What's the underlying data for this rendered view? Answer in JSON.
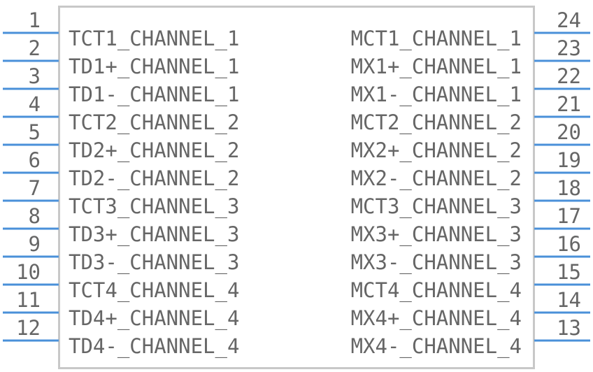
{
  "component": {
    "colors": {
      "pin": "#4a90d9",
      "body_outline": "#c8c8c8",
      "text": "#666666"
    },
    "left_pins": [
      {
        "number": "1",
        "label": "TCT1_CHANNEL_1"
      },
      {
        "number": "2",
        "label": "TD1+_CHANNEL_1"
      },
      {
        "number": "3",
        "label": "TD1-_CHANNEL_1"
      },
      {
        "number": "4",
        "label": "TCT2_CHANNEL_2"
      },
      {
        "number": "5",
        "label": "TD2+_CHANNEL_2"
      },
      {
        "number": "6",
        "label": "TD2-_CHANNEL_2"
      },
      {
        "number": "7",
        "label": "TCT3_CHANNEL_3"
      },
      {
        "number": "8",
        "label": "TD3+_CHANNEL_3"
      },
      {
        "number": "9",
        "label": "TD3-_CHANNEL_3"
      },
      {
        "number": "10",
        "label": "TCT4_CHANNEL_4"
      },
      {
        "number": "11",
        "label": "TD4+_CHANNEL_4"
      },
      {
        "number": "12",
        "label": "TD4-_CHANNEL_4"
      }
    ],
    "right_pins": [
      {
        "number": "24",
        "label": "MCT1_CHANNEL_1"
      },
      {
        "number": "23",
        "label": "MX1+_CHANNEL_1"
      },
      {
        "number": "22",
        "label": "MX1-_CHANNEL_1"
      },
      {
        "number": "21",
        "label": "MCT2_CHANNEL_2"
      },
      {
        "number": "20",
        "label": "MX2+_CHANNEL_2"
      },
      {
        "number": "19",
        "label": "MX2-_CHANNEL_2"
      },
      {
        "number": "18",
        "label": "MCT3_CHANNEL_3"
      },
      {
        "number": "17",
        "label": "MX3+_CHANNEL_3"
      },
      {
        "number": "16",
        "label": "MX3-_CHANNEL_3"
      },
      {
        "number": "15",
        "label": "MCT4_CHANNEL_4"
      },
      {
        "number": "14",
        "label": "MX4+_CHANNEL_4"
      },
      {
        "number": "13",
        "label": "MX4-_CHANNEL_4"
      }
    ]
  }
}
